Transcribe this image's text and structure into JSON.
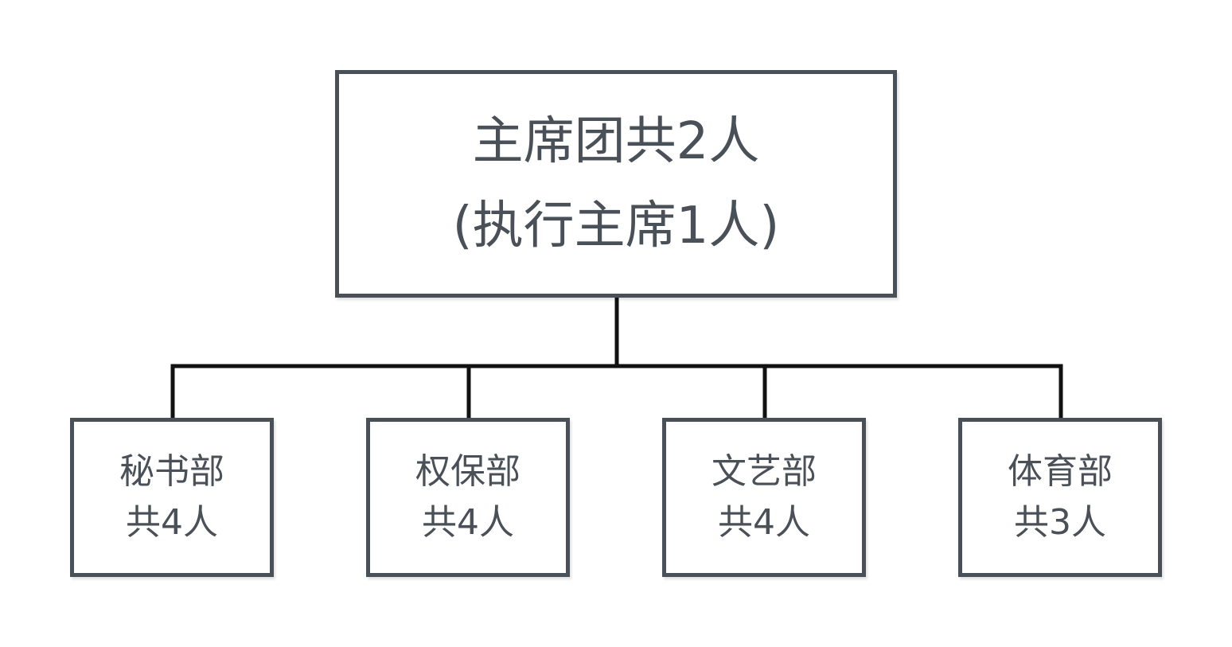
{
  "root": {
    "line1": "主席团共2人",
    "line2": "(执行主席1人)"
  },
  "departments": [
    {
      "name": "秘书部",
      "count": "共4人"
    },
    {
      "name": "权保部",
      "count": "共4人"
    },
    {
      "name": "文艺部",
      "count": "共4人"
    },
    {
      "name": "体育部",
      "count": "共3人"
    }
  ],
  "colors": {
    "box_border": "#4a5058",
    "text": "#4a5058",
    "connector": "#111111"
  }
}
